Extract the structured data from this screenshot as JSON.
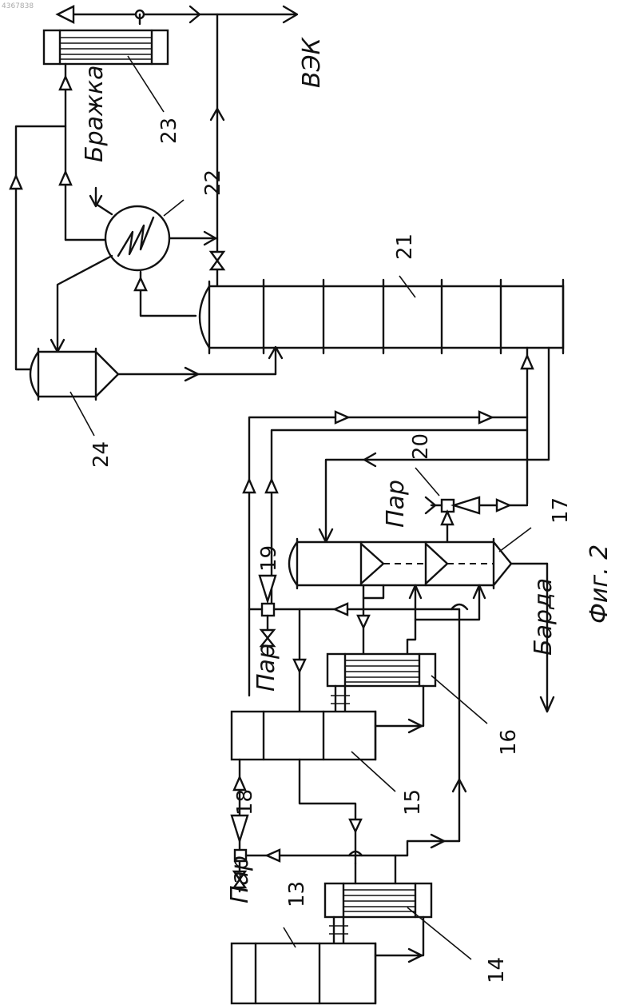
{
  "corner_mark": "4367838",
  "labels": {
    "vzk": "ВЭК",
    "brazhka": "Бражка",
    "par_top": "Пар",
    "par_19": "Пар",
    "par_18": "Пар",
    "barda": "Барда",
    "fig": "Фиг. 2"
  },
  "numbers": {
    "n13": "13",
    "n14": "14",
    "n15": "15",
    "n16": "16",
    "n17": "17",
    "n18": "18",
    "n19": "19",
    "n20": "20",
    "n21": "21",
    "n22": "22",
    "n23": "23",
    "n24": "24"
  }
}
